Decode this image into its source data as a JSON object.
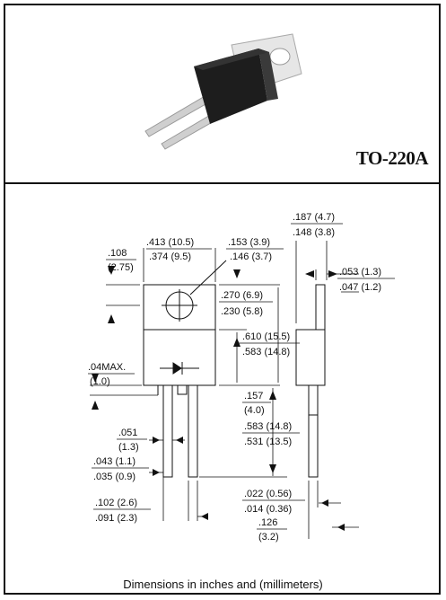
{
  "package": {
    "name": "TO-220A"
  },
  "caption": "Dimensions in inches and (millimeters)",
  "dims": {
    "tab_width_in": ".413 (10.5)",
    "tab_width_mm": ".374 (9.5)",
    "hole_dia_in": ".153 (3.9)",
    "hole_dia_mm": ".146 (3.7)",
    "hole_top_in": ".108",
    "hole_top_mm": "(2.75)",
    "body_thk_in": ".187 (4.7)",
    "body_thk_mm": ".148 (3.8)",
    "tab_thk_in": ".053 (1.3)",
    "tab_thk_mm": ".047 (1.2)",
    "tab_h_in": ".270 (6.9)",
    "tab_h_mm": ".230 (5.8)",
    "total_h_in": ".610 (15.5)",
    "total_h_mm": ".583 (14.8)",
    "lead_base_in": ".04MAX.",
    "lead_base_mm": "(1.0)",
    "body_to_lead_in": ".157",
    "body_to_lead_mm": "(4.0)",
    "lead_len_in": ".583 (14.8)",
    "lead_len_mm": ".531 (13.5)",
    "lead_w_in": ".051",
    "lead_w_mm": "(1.3)",
    "lead_thk_in": ".043 (1.1)",
    "lead_thk_mm": ".035 (0.9)",
    "pitch_in": ".102 (2.6)",
    "pitch_mm": ".091 (2.3)",
    "lead_side_in": ".022 (0.56)",
    "lead_side_mm": ".014 (0.36)",
    "side_off_in": ".126",
    "side_off_mm": "(3.2)"
  }
}
